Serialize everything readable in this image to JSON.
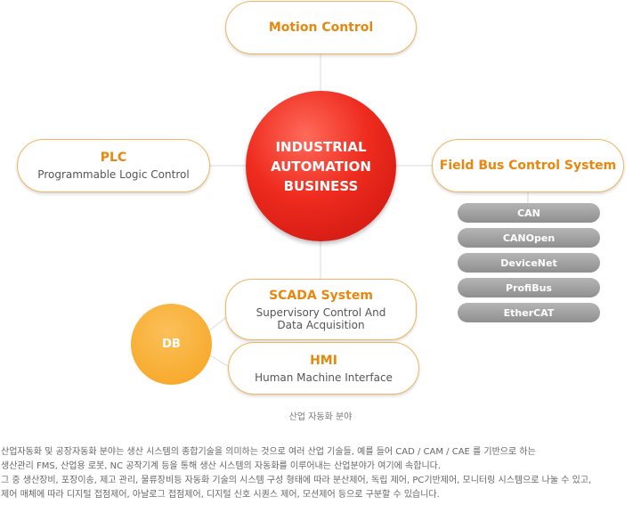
{
  "center": {
    "lines": [
      "INDUSTRIAL",
      "AUTOMATION",
      "BUSINESS"
    ]
  },
  "nodes": {
    "motion": {
      "title": "Motion Control"
    },
    "plc": {
      "title": "PLC",
      "subtitle": "Programmable Logic Control"
    },
    "fieldbus": {
      "title": "Field Bus Control System"
    },
    "scada": {
      "title": "SCADA System",
      "subtitle_line1": "Supervisory Control And",
      "subtitle_line2": "Data Acquisition"
    },
    "hmi": {
      "title": "HMI",
      "subtitle": "Human Machine Interface"
    },
    "db": {
      "label": "DB"
    }
  },
  "protocols": [
    "CAN",
    "CANOpen",
    "DeviceNet",
    "ProfiBus",
    "EtherCAT"
  ],
  "caption": "산업 자동화 분야",
  "description": [
    "산업자동화 및 공장자동화 분야는 생산 시스템의 종합기술을 의미하는 것으로 여러 산업 기술들, 예를 들어 CAD / CAM / CAE 를 기반으로 하는",
    "생산관리 FMS, 산업용 로봇, NC 공작기계 등을 통해 생산 시스템의 자동화를 이루어내는 산업분야가 여기에 속합니다.",
    "그 중 생산장비, 포장이송, 제고 관리, 물류장비등 자동화 기술의 시스템 구성 형태에 따라 분산제어, 독립 제어, PC기반제어, 모니터링 시스템으로 나눌 수 있고,",
    "제어 매체에 따라 디지털 접점제어, 아날로그 접점제어, 디지털 신호 시퀀스 제어, 모션제어 등으로 구분할 수 있습니다."
  ],
  "colors": {
    "accent": "#e8870e",
    "center": "#ee2b1e",
    "db": "#f6a31e",
    "protocol": "#9e9e9e"
  }
}
